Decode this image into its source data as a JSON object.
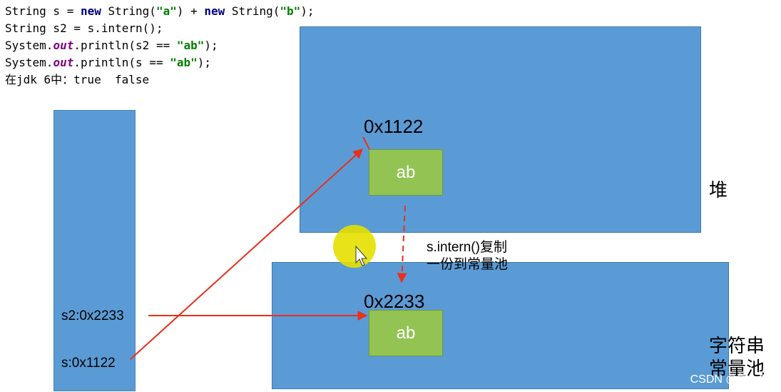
{
  "code": {
    "line1": [
      {
        "t": "String s = ",
        "c": ""
      },
      {
        "t": "new",
        "c": "kw"
      },
      {
        "t": " String(",
        "c": ""
      },
      {
        "t": "\"a\"",
        "c": "str"
      },
      {
        "t": ") + ",
        "c": ""
      },
      {
        "t": "new",
        "c": "kw"
      },
      {
        "t": " String(",
        "c": ""
      },
      {
        "t": "\"b\"",
        "c": "str"
      },
      {
        "t": ");",
        "c": ""
      }
    ],
    "line2": [
      {
        "t": "String s2 = s.intern();",
        "c": ""
      }
    ],
    "line3": [
      {
        "t": "System.",
        "c": ""
      },
      {
        "t": "out",
        "c": "fld"
      },
      {
        "t": ".println(s2 == ",
        "c": ""
      },
      {
        "t": "\"ab\"",
        "c": "str"
      },
      {
        "t": ");",
        "c": ""
      }
    ],
    "line4": [
      {
        "t": "System.",
        "c": ""
      },
      {
        "t": "out",
        "c": "fld"
      },
      {
        "t": ".println(s == ",
        "c": ""
      },
      {
        "t": "\"ab\"",
        "c": "str"
      },
      {
        "t": ");",
        "c": ""
      }
    ],
    "result": "在jdk 6中：true  false"
  },
  "stack": {
    "ref_s2": "s2:0x2233",
    "ref_s": "s:0x1122"
  },
  "heap": {
    "label": "堆",
    "address": "0x1122",
    "object_value": "ab"
  },
  "pool": {
    "label_line1": "字符串",
    "label_line2": "常量池",
    "address": "0x2233",
    "object_value": "ab"
  },
  "annotation": {
    "line1": "s.intern()复制",
    "line2": "一份到常量池"
  },
  "watermark": "CSDN @熊 . 包",
  "colors": {
    "region_blue": "#5b9bd5",
    "object_green": "#92c353",
    "arrow_red": "#e8301c",
    "cursor_highlight": "#e6e000"
  }
}
